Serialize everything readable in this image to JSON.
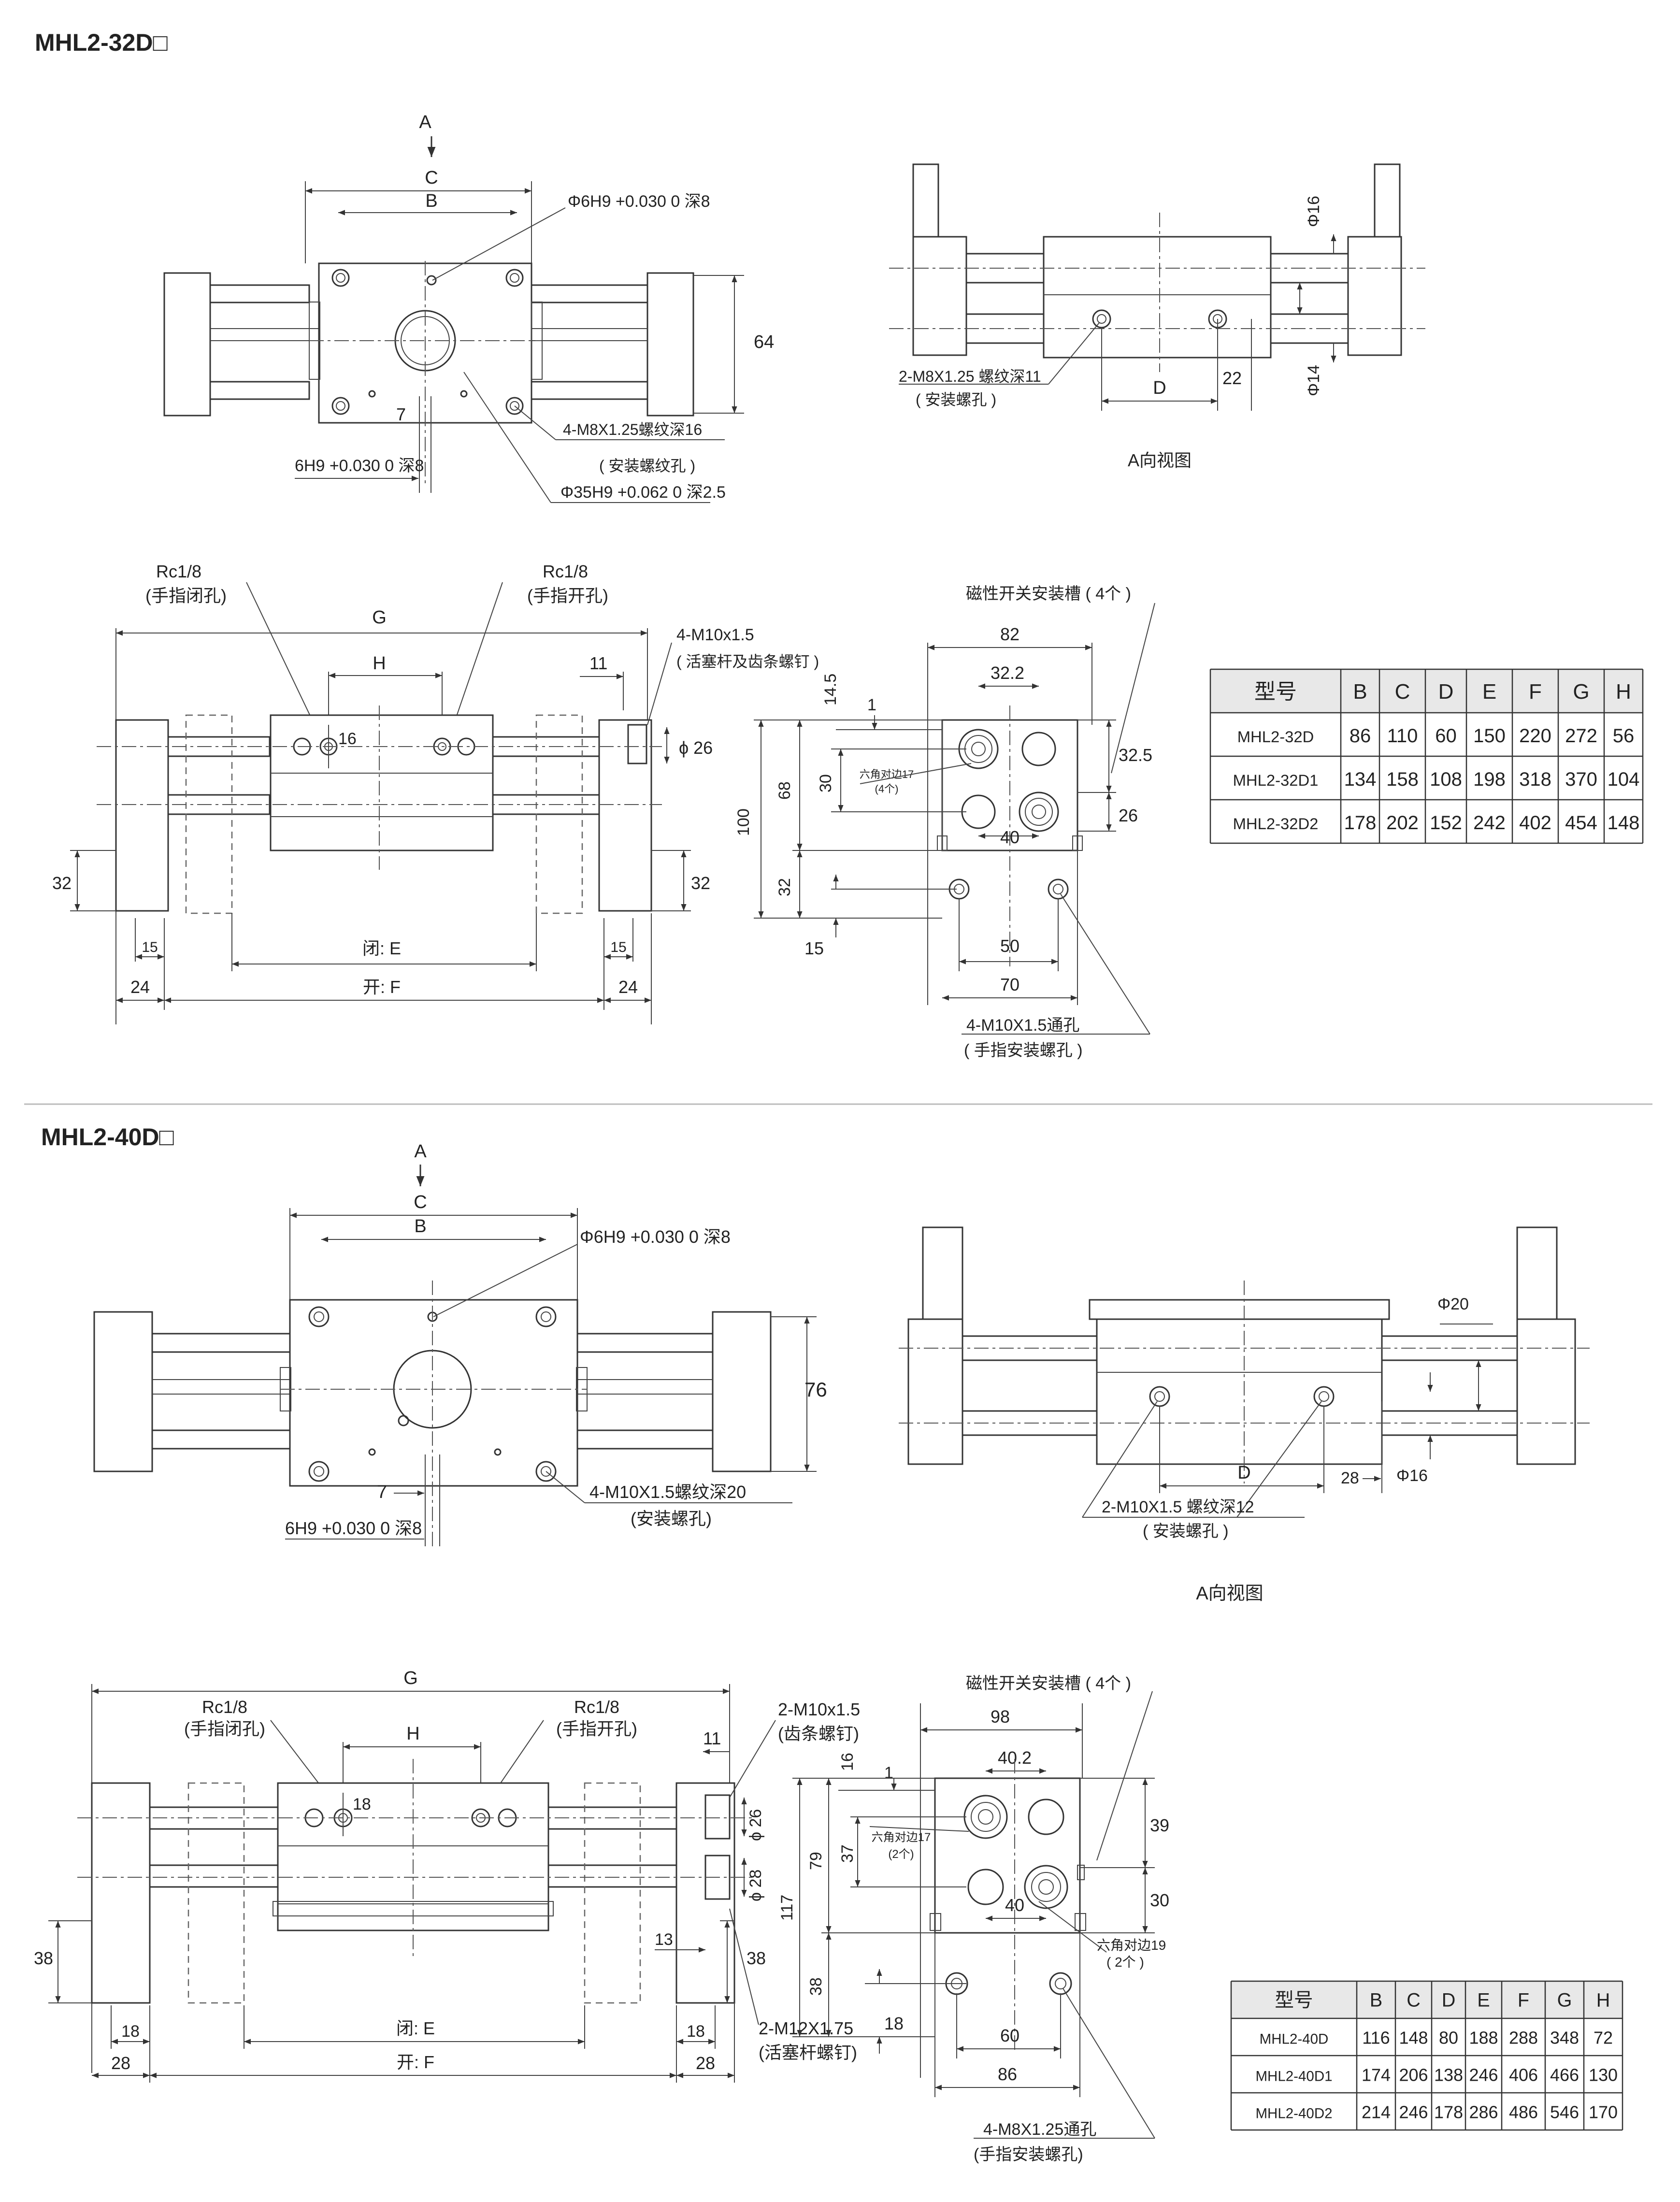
{
  "section1": {
    "title": "MHL2-32D□",
    "top_view": {
      "label_A": "A",
      "label_C": "C",
      "label_B": "B",
      "pin_hole": "Φ6H9 +0.030 0 深8",
      "dim_64": "64",
      "dim_7": "7",
      "pin_hole2": "6H9 +0.030 0 深8",
      "mount_thread": "4-M8X1.25螺纹深16",
      "mount_note": "( 安装螺纹孔 )",
      "bore": "Φ35H9 +0.062 0 深2.5"
    },
    "a_view": {
      "dim_phi16": "Φ16",
      "dim_phi14": "Φ14",
      "dim_22": "22",
      "label_D": "D",
      "mount_thread": "2-M8X1.25 螺纹深11",
      "mount_note": "( 安装螺孔 )",
      "caption": "A向视图"
    },
    "front_view": {
      "rc_close": "Rc1/8",
      "rc_close_note": "(手指闭孔)",
      "rc_open": "Rc1/8",
      "rc_open_note": "(手指开孔)",
      "label_G": "G",
      "label_H": "H",
      "dim_16": "16",
      "dim_11": "11",
      "rack_screw": "4-M10x1.5",
      "rack_note": "( 活塞杆及齿条螺钉 )",
      "dim_phi26": "ϕ 26",
      "dim_32_left": "32",
      "dim_32_right": "32",
      "dim_15_left": "15",
      "dim_15_right": "15",
      "closed_E": "闭: E",
      "open_F": "开: F",
      "dim_24_left": "24",
      "dim_24_right": "24"
    },
    "side_view": {
      "slot_title": "磁性开关安装槽 ( 4个 )",
      "dim_82": "82",
      "dim_32_2": "32.2",
      "dim_14_5": "14.5",
      "dim_1": "1",
      "dim_32_5": "32.5",
      "dim_30": "30",
      "hex_note": "六角对边17",
      "hex_count": "(4个)",
      "dim_100": "100",
      "dim_68": "68",
      "dim_26": "26",
      "dim_40": "40",
      "dim_32": "32",
      "dim_15": "15",
      "dim_50": "50",
      "dim_70": "70",
      "thru": "4-M10X1.5通孔",
      "thru_note": "( 手指安装螺孔 )"
    },
    "table": {
      "headers": [
        "型号",
        "B",
        "C",
        "D",
        "E",
        "F",
        "G",
        "H"
      ],
      "rows": [
        [
          "MHL2-32D",
          "86",
          "110",
          "60",
          "150",
          "220",
          "272",
          "56"
        ],
        [
          "MHL2-32D1",
          "134",
          "158",
          "108",
          "198",
          "318",
          "370",
          "104"
        ],
        [
          "MHL2-32D2",
          "178",
          "202",
          "152",
          "242",
          "402",
          "454",
          "148"
        ]
      ]
    }
  },
  "section2": {
    "title": "MHL2-40D□",
    "top_view": {
      "label_A": "A",
      "label_C": "C",
      "label_B": "B",
      "pin_hole": "Φ6H9 +0.030 0 深8",
      "dim_76": "76",
      "dim_7": "7",
      "pin_hole2": "6H9 +0.030 0 深8",
      "mount_thread": "4-M10X1.5螺纹深20",
      "mount_note": "(安装螺孔)"
    },
    "a_view": {
      "dim_phi20": "Φ20",
      "dim_phi16": "Φ16",
      "dim_28": "28",
      "label_D": "D",
      "mount_thread": "2-M10X1.5 螺纹深12",
      "mount_note": "( 安装螺孔 )",
      "caption": "A向视图"
    },
    "front_view": {
      "label_G": "G",
      "rc_close": "Rc1/8",
      "rc_close_note": "(手指闭孔)",
      "rc_open": "Rc1/8",
      "rc_open_note": "(手指开孔)",
      "label_H": "H",
      "dim_18": "18",
      "dim_11": "11",
      "rack_screw": "2-M10x1.5",
      "rack_note": "(齿条螺钉)",
      "dim_phi26": "ϕ 26",
      "dim_phi28": "ϕ 28",
      "dim_13": "13",
      "dim_38_left": "38",
      "dim_38_right": "38",
      "rod_screw": "2-M12X1.75",
      "rod_note": "(活塞杆螺钉)",
      "dim_18_left": "18",
      "dim_18_right": "18",
      "closed_E": "闭: E",
      "open_F": "开: F",
      "dim_28_left": "28",
      "dim_28_right": "28"
    },
    "side_view": {
      "slot_title": "磁性开关安装槽 ( 4个 )",
      "dim_98": "98",
      "dim_40_2": "40.2",
      "dim_16": "16",
      "dim_1": "1",
      "dim_39": "39",
      "hex_note": "六角对边17",
      "hex_count": "(2个)",
      "dim_117": "117",
      "dim_79": "79",
      "dim_37": "37",
      "dim_30": "30",
      "dim_40": "40",
      "hex_note2": "六角对边19",
      "hex_count2": "( 2个 )",
      "dim_38": "38",
      "dim_18": "18",
      "dim_60": "60",
      "dim_86": "86",
      "thru": "4-M8X1.25通孔",
      "thru_note": "(手指安装螺孔)"
    },
    "table": {
      "headers": [
        "型号",
        "B",
        "C",
        "D",
        "E",
        "F",
        "G",
        "H"
      ],
      "rows": [
        [
          "MHL2-40D",
          "116",
          "148",
          "80",
          "188",
          "288",
          "348",
          "72"
        ],
        [
          "MHL2-40D1",
          "174",
          "206",
          "138",
          "246",
          "406",
          "466",
          "130"
        ],
        [
          "MHL2-40D2",
          "214",
          "246",
          "178",
          "286",
          "486",
          "546",
          "170"
        ]
      ]
    }
  }
}
